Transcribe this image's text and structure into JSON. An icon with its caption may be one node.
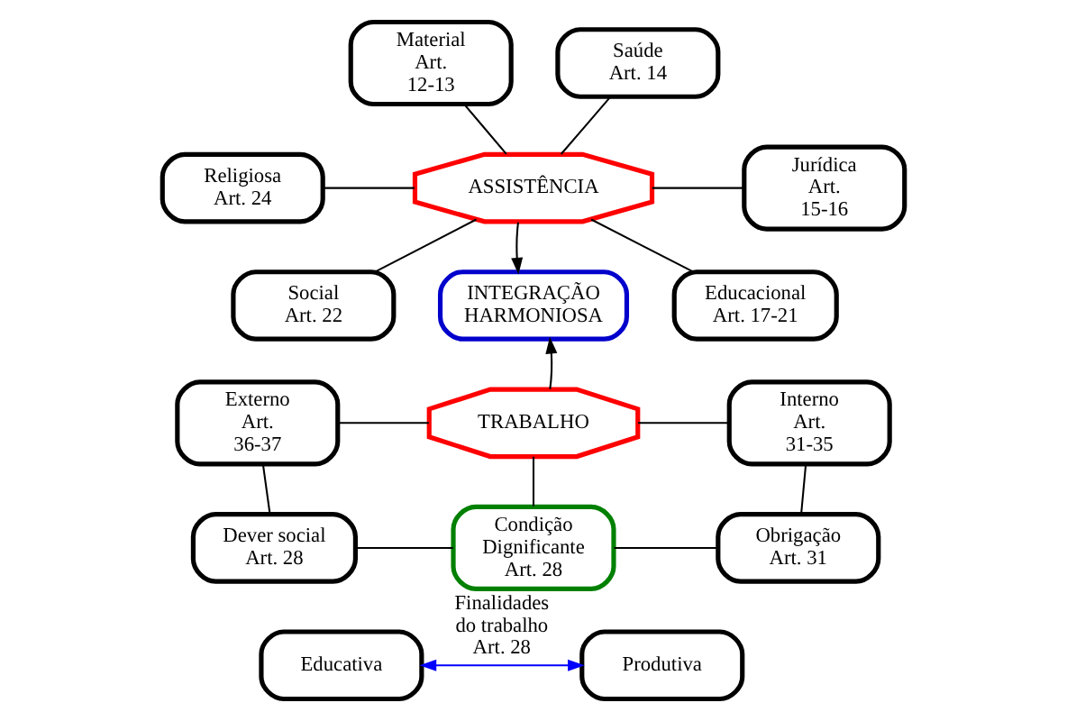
{
  "diagram": {
    "nodes": [
      {
        "text": [
          "Material Art. 12-13"
        ]
      },
      {
        "text": [
          "Saúde Art. 14"
        ]
      },
      {
        "text": [
          "Religiosa Art. 24"
        ]
      },
      {
        "text": [
          "ASSISTÊNCIA"
        ]
      },
      {
        "text": [
          "Jurídica Art. 15-16"
        ]
      },
      {
        "text": [
          "Social Art. 22"
        ]
      },
      {
        "text": [
          "INTEGRAÇÃO HARMONIOSA"
        ]
      },
      {
        "text": [
          "Educacional Art. 17-21"
        ]
      },
      {
        "text": [
          "Externo Art. 36-37"
        ]
      },
      {
        "text": [
          "TRABALHO"
        ]
      },
      {
        "text": [
          "Interno Art. 31-35"
        ]
      },
      {
        "text": [
          "Dever social Art. 28"
        ]
      },
      {
        "text": [
          "Condição Dignificante Art. 28"
        ]
      },
      {
        "text": [
          "Obrigação Art. 31"
        ]
      },
      {
        "text": [
          "Educativa"
        ]
      },
      {
        "text": [
          "Produtiva"
        ]
      }
    ],
    "edges": [
      {
        "from": 0,
        "to": 3,
        "arrow": "none"
      },
      {
        "from": 1,
        "to": 3,
        "arrow": "none"
      },
      {
        "from": 2,
        "to": 3,
        "arrow": "none"
      },
      {
        "from": 3,
        "to": 4,
        "arrow": "none"
      },
      {
        "from": 3,
        "to": 5,
        "arrow": "none"
      },
      {
        "from": 3,
        "to": 7,
        "arrow": "none"
      },
      {
        "from": 3,
        "to": 6,
        "arrow": "to"
      },
      {
        "from": 9,
        "to": 6,
        "arrow": "to"
      },
      {
        "from": 8,
        "to": 9,
        "arrow": "none"
      },
      {
        "from": 9,
        "to": 10,
        "arrow": "none"
      },
      {
        "from": 8,
        "to": 11,
        "arrow": "none"
      },
      {
        "from": 10,
        "to": 13,
        "arrow": "none"
      },
      {
        "from": 9,
        "to": 12,
        "arrow": "none"
      },
      {
        "from": 11,
        "to": 12,
        "arrow": "none"
      },
      {
        "from": 12,
        "to": 13,
        "arrow": "none"
      },
      {
        "from": 14,
        "to": 15,
        "arrow": "both",
        "label": "Finalidades do trabalho Art. 28",
        "color": "#0000ff"
      }
    ]
  }
}
